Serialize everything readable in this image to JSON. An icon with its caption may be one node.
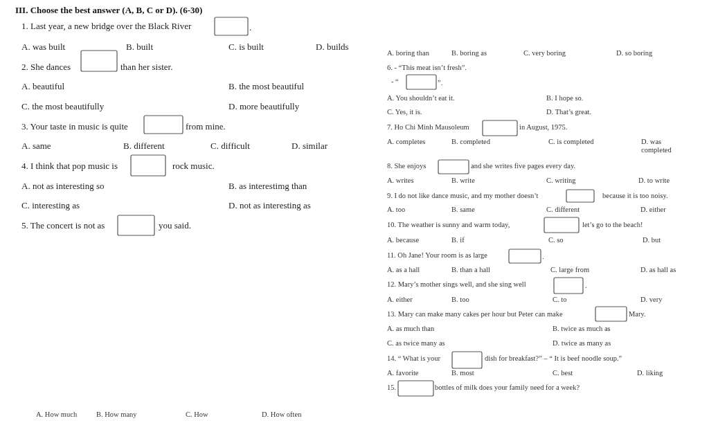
{
  "diagram": {
    "labels": [
      "III. Choose the best answer (A, B, C or D). (6-30)",
      "1. Last year, a new bridge over the Black River",
      ".",
      "A. was built",
      "B. built",
      "C. is built",
      "D. builds",
      "2. She dances",
      "than her sister.",
      "A. beautiful",
      "B. the most beautiful",
      "C. the most beautifully",
      "D. more beautifully",
      "3. Your taste in music is quite",
      "from mine.",
      "A. same",
      "B. different",
      "C. difficult",
      "D. similar",
      "4. I think that pop music is",
      "rock music.",
      "A. not as interesting so",
      "B. as interestimg than",
      "C. interesting as",
      "D. not as interesting as",
      "5. The concert is not as",
      "you said.",
      "A. boring than",
      "B. boring as",
      "C. very boring",
      "D. so boring",
      "6. - “This meat isn’t fresh”.",
      "- “",
      "”.",
      "A. You shouldn’t eat it.",
      "B. I hope so.",
      "C. Yes, it is.",
      "D. That’s great.",
      "7. Ho Chi Minh Mausoleum",
      "in August, 1975.",
      "A. completes",
      "B. completed",
      "C. is completed",
      "D. was completed",
      "8. She enjoys",
      "and she writes five pages every day.",
      "A. writes",
      "B. write",
      "C. writing",
      "D. to write",
      "9. I do not like dance music, and my mother doesn’t",
      "because it is too noisy.",
      "A. too",
      "B. same",
      "C. different",
      "D. either",
      "10. The weather is sunny and warm today,",
      "let’s go to the beach!",
      "A. because",
      "B. if",
      "C. so",
      "D. but",
      "11. Oh Jane! Your room is as large",
      ".",
      "A. as a hall",
      "B. than a hall",
      "C. large from",
      "D. as hall as",
      "12. Mary’s mother sings well, and she sing well",
      ".",
      "A. either",
      "B. too",
      "C. to",
      "D. very",
      "13. Mary can make many cakes per hour but Peter can make",
      "Mary.",
      "A. as much than",
      "B. twice as much as",
      "C. as twice many as",
      "D. twice as many as",
      "14. “ What is your",
      "dish for breakfast?” – “ It is beef noodle soup.”",
      "A. favorite",
      "B. most",
      "C. best",
      "D. liking",
      "15.",
      "bottles of milk does your family need for a week?",
      "A. How much",
      "B. How many",
      "C. How",
      "D. How often"
    ]
  }
}
